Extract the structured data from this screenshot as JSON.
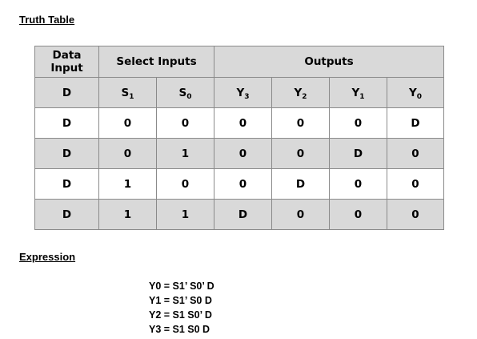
{
  "truth_table_heading": "Truth Table",
  "expression_heading": "Expression",
  "table": {
    "group_headers": {
      "data_input": "Data Input",
      "select_inputs": "Select Inputs",
      "outputs": "Outputs"
    },
    "sub_headers": [
      {
        "base": "D",
        "sub": ""
      },
      {
        "base": "S",
        "sub": "1"
      },
      {
        "base": "S",
        "sub": "0"
      },
      {
        "base": "Y",
        "sub": "3"
      },
      {
        "base": "Y",
        "sub": "2"
      },
      {
        "base": "Y",
        "sub": "1"
      },
      {
        "base": "Y",
        "sub": "0"
      }
    ],
    "rows": [
      [
        "D",
        "0",
        "0",
        "0",
        "0",
        "0",
        "D"
      ],
      [
        "D",
        "0",
        "1",
        "0",
        "0",
        "D",
        "0"
      ],
      [
        "D",
        "1",
        "0",
        "0",
        "D",
        "0",
        "0"
      ],
      [
        "D",
        "1",
        "1",
        "D",
        "0",
        "0",
        "0"
      ]
    ],
    "colors": {
      "header_fill": "#d9d9d9",
      "border": "#8a8a8a"
    }
  },
  "expressions": [
    "Y0 = S1’ S0’ D",
    "Y1 = S1’ S0 D",
    "Y2 = S1 S0’ D",
    "Y3 = S1 S0 D"
  ]
}
